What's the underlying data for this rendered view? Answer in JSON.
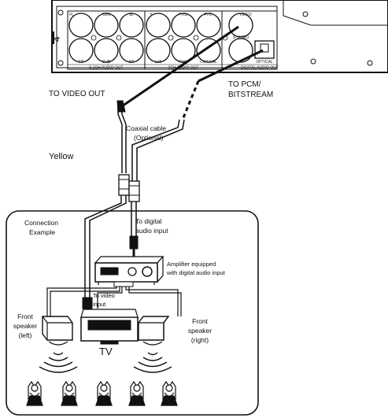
{
  "panel": {
    "group_labels": [
      "5.1CH AUDIO OUT",
      "2CH AUDIO OUT",
      "DIGITAL AUDIO OUT"
    ],
    "jack_labels_top": [
      "FL",
      "CEN",
      "SL",
      "Y",
      "PrCb",
      "PrCr",
      "VIDEO"
    ],
    "jack_labels_bottom": [
      "FR",
      "SUB",
      "SR",
      "Left",
      "Right",
      "COAXIAL",
      "S-VIDEO",
      "OPTICAL"
    ]
  },
  "labels": {
    "to_video_out": "TO VIDEO OUT",
    "to_pcm_line1": "TO PCM/",
    "to_pcm_line2": "BITSTREAM",
    "coaxial_line1": "Coaxial cable",
    "coaxial_line2": "(Optional)",
    "yellow": "Yellow",
    "connection_line1": "Connection",
    "connection_line2": "Example",
    "digital_in_line1": "To  digital",
    "digital_in_line2": "audio input",
    "amp_line1": "Amplifier equipped",
    "amp_line2": "with digital audio input",
    "video_in_line1": "To video",
    "video_in_line2": "input",
    "front_left_line1": "Front",
    "front_left_line2": "speaker",
    "front_left_line3": "(left)",
    "front_right_line1": "Front",
    "front_right_line2": "speaker",
    "front_right_line3": "(right)",
    "tv": "TV"
  }
}
